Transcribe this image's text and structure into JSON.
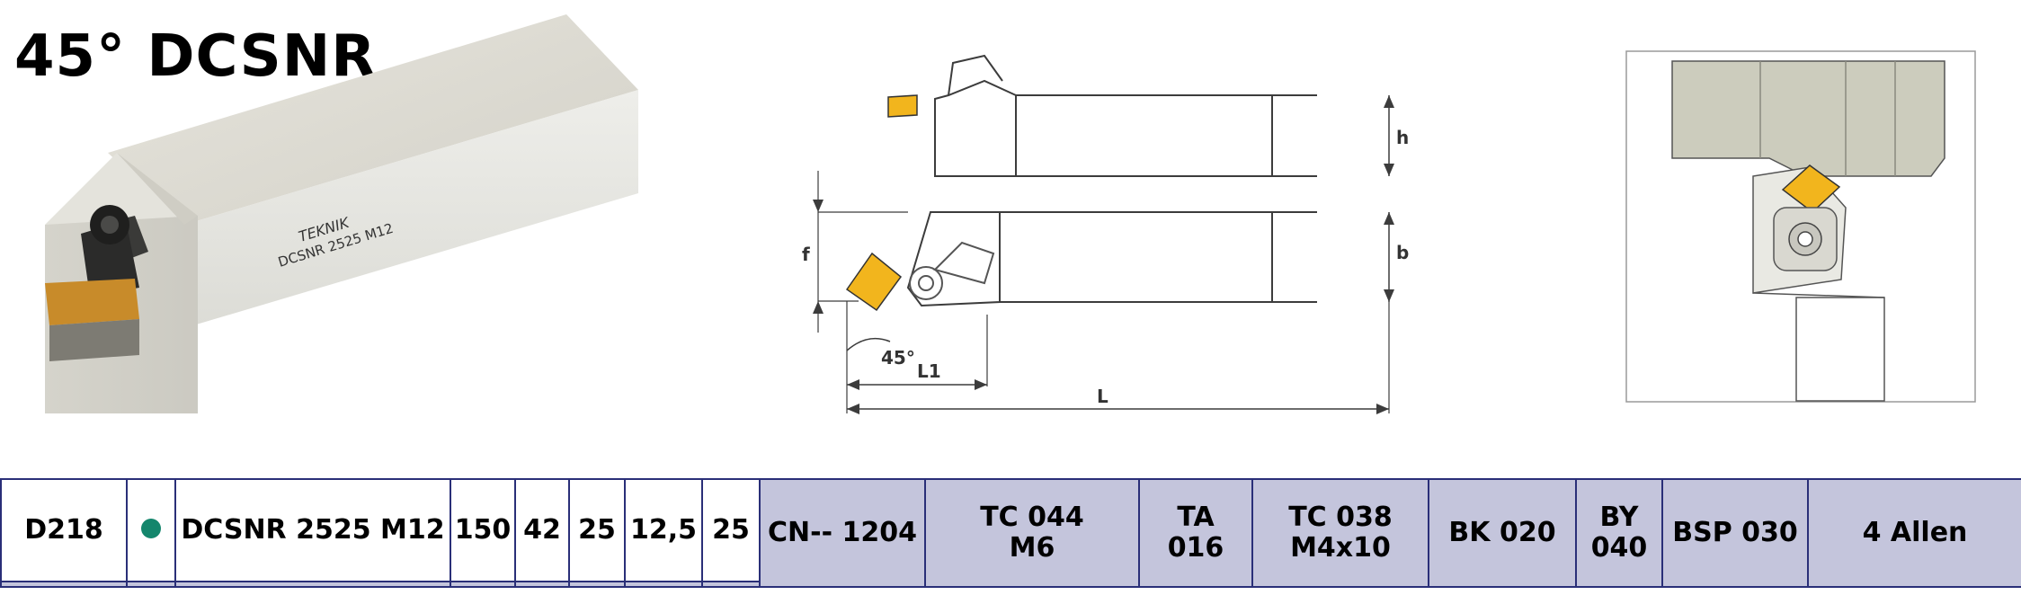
{
  "title": "45° DCSNR",
  "product_image": {
    "engraving_brand": "TEKNIK",
    "engraving_model": "DCSNR 2525 M12"
  },
  "diagram": {
    "labels": {
      "h": "h",
      "b": "b",
      "f": "f",
      "angle": "45°",
      "l1": "L1",
      "l": "L"
    }
  },
  "spec": {
    "code": "D218",
    "stock_indicator": {
      "icon": "green-dot-icon",
      "color": "#14866c"
    },
    "designation": "DCSNR 2525 M12",
    "dims": [
      "150",
      "42",
      "25",
      "12,5",
      "25"
    ],
    "insert": "CN-- 1204",
    "screw": {
      "l1": "TC 044",
      "l2": "M6"
    },
    "part_ta": {
      "l1": "TA",
      "l2": "016"
    },
    "clamp_screw": {
      "l1": "TC 038",
      "l2": "M4x10"
    },
    "bk": "BK 020",
    "by": {
      "l1": "BY",
      "l2": "040"
    },
    "bsp": "BSP 030",
    "key": "4 Allen"
  },
  "colors": {
    "table_border": "#2a2f78",
    "table_fill": "#c4c5dc",
    "insert": "#f2b51d"
  }
}
